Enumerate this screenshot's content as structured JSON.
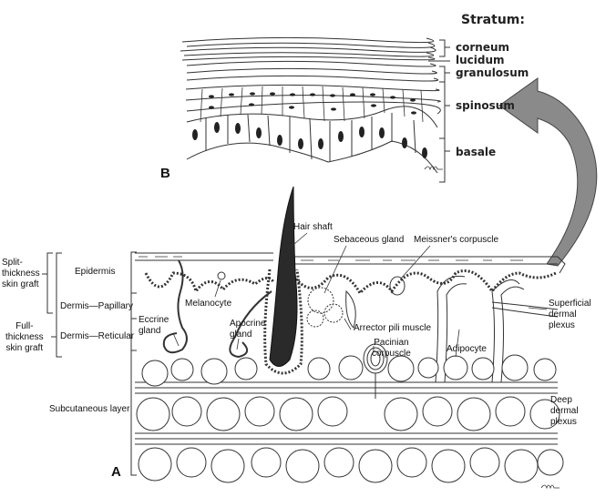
{
  "figure": {
    "panel_b": {
      "letter": "B",
      "heading": "Stratum:",
      "layers": [
        "corneum",
        "lucidum",
        "granulosum",
        "spinosum",
        "basale"
      ]
    },
    "panel_a": {
      "letter": "A",
      "left_labels": {
        "split_thickness": [
          "Split-",
          "thickness",
          "skin graft"
        ],
        "full_thickness": [
          "Full-",
          "thickness",
          "skin graft"
        ],
        "epidermis": "Epidermis",
        "dermis_papillary": "Dermis—Papillary",
        "dermis_reticular": "Dermis—Reticular",
        "subcutaneous": "Subcutaneous layer"
      },
      "structure_labels": {
        "hair_shaft": "Hair shaft",
        "sebaceous_gland": "Sebaceous gland",
        "meissners_corpuscle": "Meissner's corpuscle",
        "melanocyte": "Melanocyte",
        "eccrine_gland": [
          "Eccrine",
          "gland"
        ],
        "apocrine_gland": [
          "Apocrine",
          "gland"
        ],
        "arrector_pili": "Arrector pili muscle",
        "pacinian": [
          "Pacinian",
          "corpuscle"
        ],
        "adipocyte": "Adipocyte",
        "superficial_plexus": [
          "Superficial",
          "dermal",
          "plexus"
        ],
        "deep_plexus": [
          "Deep",
          "dermal",
          "plexus"
        ]
      }
    }
  }
}
